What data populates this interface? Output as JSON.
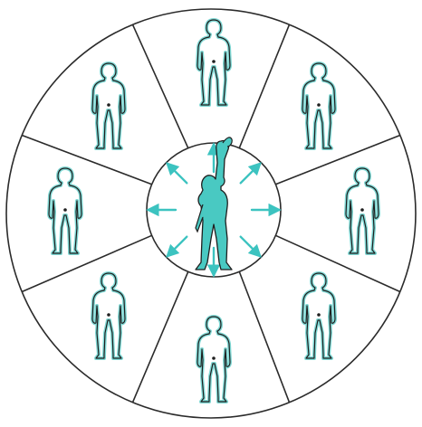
{
  "diagram": {
    "figure_count": 8,
    "central_figure": "raised-arm-figure",
    "arrow_count": 8
  },
  "colors": {
    "background": "#ffffff",
    "ink": "#2b2b2b",
    "accent": "#3cc3c0",
    "accent_fill": "#49c9c2",
    "figure_outline": "#7fd8d4"
  }
}
